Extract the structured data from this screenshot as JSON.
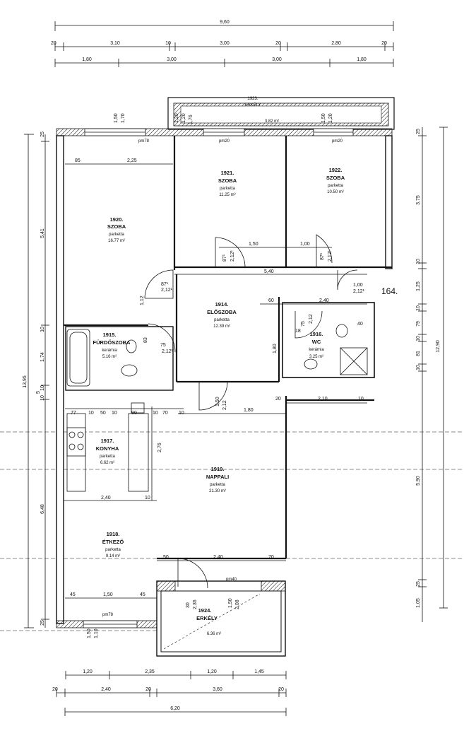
{
  "rooms": {
    "r1920": {
      "number": "1920.",
      "name": "SZOBA",
      "floor": "parketta",
      "area": "16.77 m²"
    },
    "r1921": {
      "number": "1921.",
      "name": "SZOBA",
      "floor": "parketta",
      "area": "11.25 m²"
    },
    "r1922": {
      "number": "1922.",
      "name": "SZOBA",
      "floor": "parketta",
      "area": "10.50 m²"
    },
    "r1923": {
      "number": "1923.",
      "name": "ERKÉLY",
      "area": "3.82 m²"
    },
    "r1914": {
      "number": "1914.",
      "name": "ELŐSZOBA",
      "floor": "parketta",
      "area": "12.39 m²"
    },
    "r1915": {
      "number": "1915.",
      "name": "FÜRDŐSZOBA",
      "floor": "kerámia",
      "area": "5.16 m²"
    },
    "r1916": {
      "number": "1916.",
      "name": "WC",
      "floor": "kerámia",
      "area": "3.25 m²"
    },
    "r1917": {
      "number": "1917.",
      "name": "KONYHA",
      "floor": "parketta",
      "area": "6.62 m²"
    },
    "r1919": {
      "number": "1919.",
      "name": "NAPPALI",
      "floor": "parketta",
      "area": "21.30 m²"
    },
    "r1918": {
      "number": "1918.",
      "name": "ÉTKEZŐ",
      "floor": "parketta",
      "area": "9.14 m²"
    },
    "r1924": {
      "number": "1924.",
      "name": "ERKÉLY",
      "area": "6.36 m²"
    }
  },
  "apartment_number": "164.",
  "window_labels": {
    "pm78a": "pm78",
    "pm20a": "pm20",
    "pm20b": "pm20",
    "pm40": "pm40",
    "pm78b": "pm78"
  },
  "dims_top": {
    "total": "9,60",
    "row2": [
      "20",
      "3,10",
      "10",
      "3,00",
      "20",
      "2,80",
      "20"
    ],
    "row3": [
      "1,80",
      "3,00",
      "3,00",
      "1,80"
    ]
  },
  "dims_bottom": {
    "row1": [
      "1,20",
      "2,35",
      "1,20",
      "1,45"
    ],
    "row2": [
      "20",
      "2,40",
      "20",
      "3,60",
      "20"
    ],
    "total": "6,20"
  },
  "dims_left": {
    "total": "13,95",
    "five": "5",
    "segments": [
      "25",
      "5,41",
      "10",
      "1,74",
      "10",
      "10",
      "6,48",
      "25"
    ]
  },
  "dims_right": {
    "total": "12,90",
    "segments": [
      "25",
      "3,75",
      "10",
      "1,25",
      "10",
      "79",
      "10",
      "81",
      "10",
      "5,90",
      "25",
      "1,05"
    ]
  },
  "dims_inner": [
    "1,50",
    "1,70",
    "85",
    "2,25",
    "1,50",
    "1,00",
    "5,40",
    "87¹",
    "2,12¹",
    "87¹",
    "2,12¹",
    "87¹",
    "2,12¹",
    "1,00",
    "2,12¹",
    "1,12",
    "83",
    "75",
    "2,12¹",
    "60",
    "2,40",
    "1,80",
    "75",
    "2,12",
    "18",
    "40",
    "1,50",
    "2,12",
    "1,80",
    "20",
    "2,10",
    "10",
    "77",
    "10",
    "50",
    "10",
    "90",
    "10",
    "70",
    "10",
    "2,76",
    "2,40",
    "10",
    "50",
    "2,40",
    "70",
    "45",
    "1,50",
    "45",
    "30",
    "2,36",
    "1,50",
    "2,08",
    "1,50",
    "1,10",
    "1,20",
    "1,76",
    "1,50",
    "3,82 m²",
    "1,20",
    "1,20"
  ]
}
